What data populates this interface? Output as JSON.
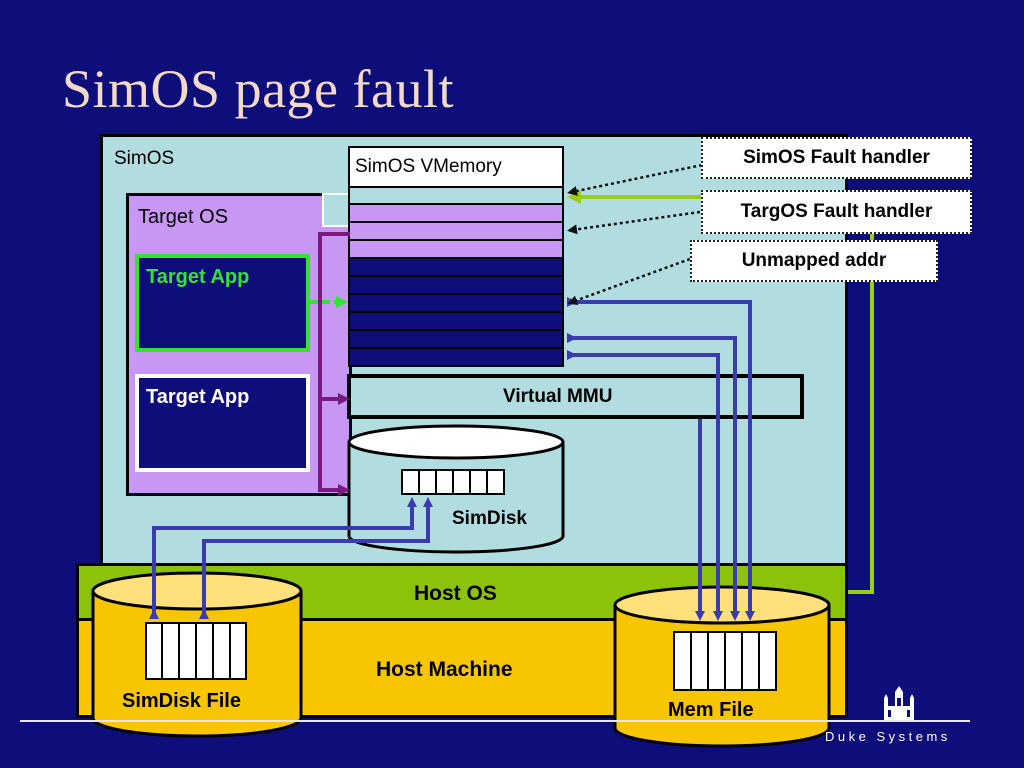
{
  "slide": {
    "title": "SimOS page fault"
  },
  "simos": {
    "label": "SimOS"
  },
  "target_os": {
    "label": "Target OS"
  },
  "target_apps": [
    {
      "label": "Target App",
      "color": "#33e233"
    },
    {
      "label": "Target App",
      "color": "#ffffff"
    }
  ],
  "vmemory": {
    "label": "SimOS VMemory"
  },
  "virtual_mmu": {
    "label": "Virtual MMU"
  },
  "simdisk": {
    "label": "SimDisk"
  },
  "host_os": {
    "label": "Host OS"
  },
  "host_machine": {
    "label": "Host Machine"
  },
  "simdisk_file": {
    "label": "SimDisk File"
  },
  "mem_file": {
    "label": "Mem File"
  },
  "callouts": {
    "simos_fault": "SimOS Fault handler",
    "targos_fault": "TargOS Fault handler",
    "unmapped": "Unmapped addr"
  },
  "footer": {
    "brand": "Duke Systems",
    "logo_icon": "duke-chapel-icon"
  },
  "colors": {
    "background": "#0e0e7a",
    "simos_fill": "#b2dde0",
    "target_os_fill": "#c897f4",
    "host_os_fill": "#8cc20a",
    "host_machine_fill": "#f7c600",
    "arrow_blue": "#3b3bb0",
    "arrow_purple": "#7a1a80",
    "arrow_green": "#9ccc1a"
  }
}
